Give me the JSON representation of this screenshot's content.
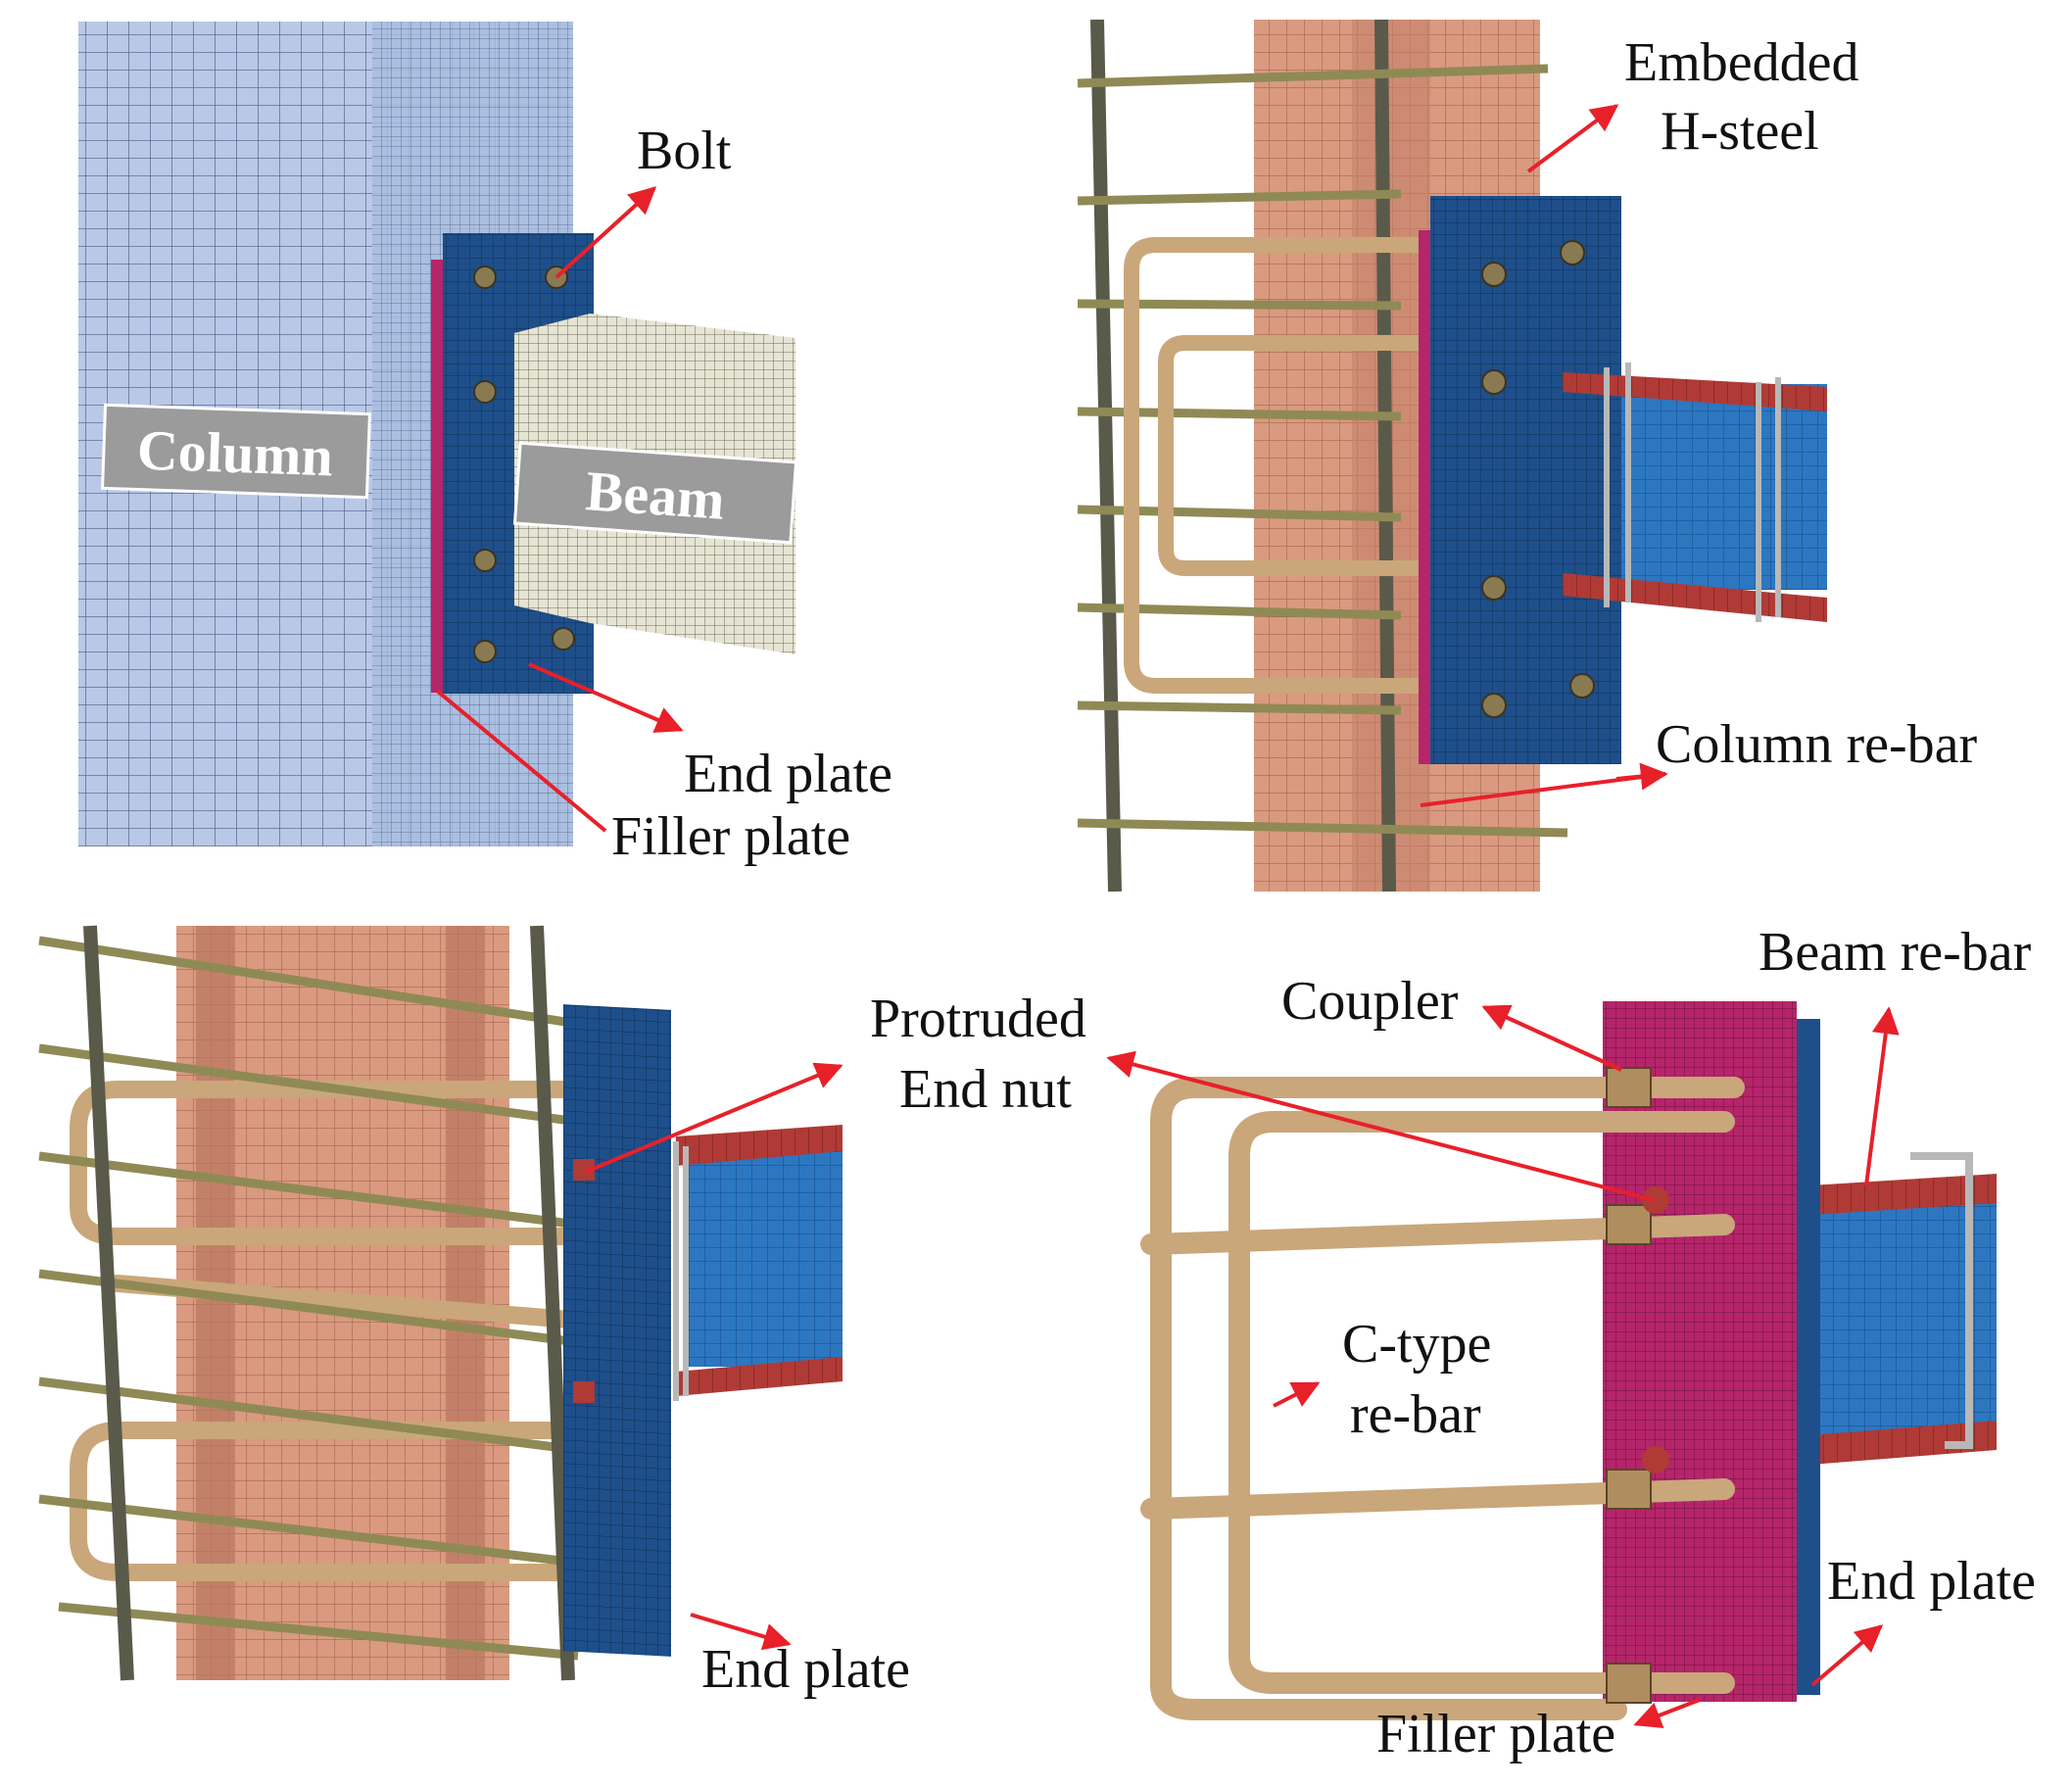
{
  "panels": {
    "top_left": {
      "tags": {
        "column": "Column",
        "beam": "Beam"
      },
      "labels": {
        "bolt": "Bolt",
        "end_plate": "End plate",
        "filler_plate": "Filler plate"
      }
    },
    "top_right": {
      "labels": {
        "embedded_1": "Embedded",
        "embedded_2": "H-steel",
        "column_rebar": "Column re-bar"
      }
    },
    "bottom_left": {
      "labels": {
        "protruded_1": "Protruded",
        "protruded_2": "End nut",
        "end_plate": "End plate"
      }
    },
    "bottom_right": {
      "labels": {
        "coupler": "Coupler",
        "beam_rebar": "Beam re-bar",
        "ctype_1": "C-type",
        "ctype_2": "re-bar",
        "end_plate": "End plate",
        "filler_plate": "Filler plate"
      }
    }
  },
  "colors": {
    "arrow": "#e8202a",
    "column_mesh": "#b9c8e6",
    "beam_mesh": "#e4e2d2",
    "end_plate_blue": "#1e4f8a",
    "filler_plate_magenta": "#b5256a",
    "h_steel_copper": "#d99a80",
    "rebar_olive": "#a8a070",
    "beam_flange_red": "#b03a36"
  }
}
